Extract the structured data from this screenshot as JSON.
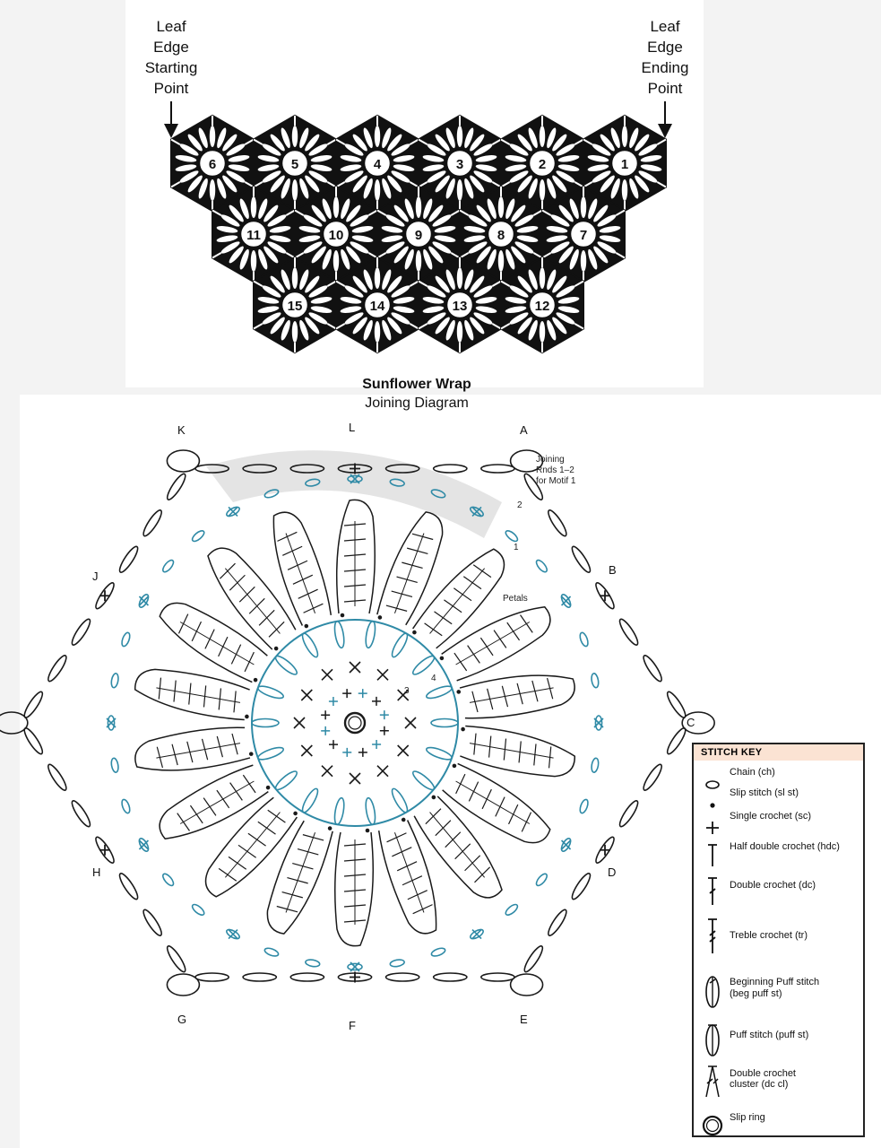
{
  "top_labels": {
    "start": [
      "Leaf",
      "Edge",
      "Starting",
      "Point"
    ],
    "end": [
      "Leaf",
      "Edge",
      "Ending",
      "Point"
    ]
  },
  "motif_numbers": {
    "row1": [
      "6",
      "5",
      "4",
      "3",
      "2",
      "1"
    ],
    "row2": [
      "11",
      "10",
      "9",
      "8",
      "7"
    ],
    "row3": [
      "15",
      "14",
      "13",
      "12"
    ]
  },
  "title": {
    "main": "Sunflower Wrap",
    "sub": "Joining Diagram"
  },
  "side_letters": [
    "A",
    "B",
    "C",
    "D",
    "E",
    "F",
    "G",
    "H",
    "J",
    "K",
    "L"
  ],
  "annotations": {
    "joining": [
      "Joining",
      "Rnds 1–2",
      "for Motif 1"
    ],
    "petals": "Petals",
    "round_numbers": [
      "1",
      "2",
      "3",
      "4"
    ]
  },
  "stitch_key": {
    "title": "STITCH KEY",
    "items": [
      {
        "label": "Chain (ch)",
        "icon": "chain-icon"
      },
      {
        "label": "Slip stitch (sl st)",
        "icon": "slip-stitch-icon"
      },
      {
        "label": "Single crochet (sc)",
        "icon": "single-crochet-icon"
      },
      {
        "label": "Half double crochet (hdc)",
        "icon": "half-double-crochet-icon"
      },
      {
        "label": "Double crochet (dc)",
        "icon": "double-crochet-icon"
      },
      {
        "label": "Treble crochet (tr)",
        "icon": "treble-crochet-icon"
      },
      {
        "label": "Beginning Puff stitch",
        "label2": "(beg puff st)",
        "icon": "beginning-puff-stitch-icon"
      },
      {
        "label": "Puff stitch (puff st)",
        "icon": "puff-stitch-icon"
      },
      {
        "label": "Double crochet",
        "label2": "cluster (dc cl)",
        "icon": "double-crochet-cluster-icon"
      },
      {
        "label": "Slip ring",
        "icon": "slip-ring-icon"
      }
    ]
  },
  "colors": {
    "ink": "#1a1a1a",
    "teal": "#2f8aa6",
    "key_header": "#fbe3d3"
  }
}
